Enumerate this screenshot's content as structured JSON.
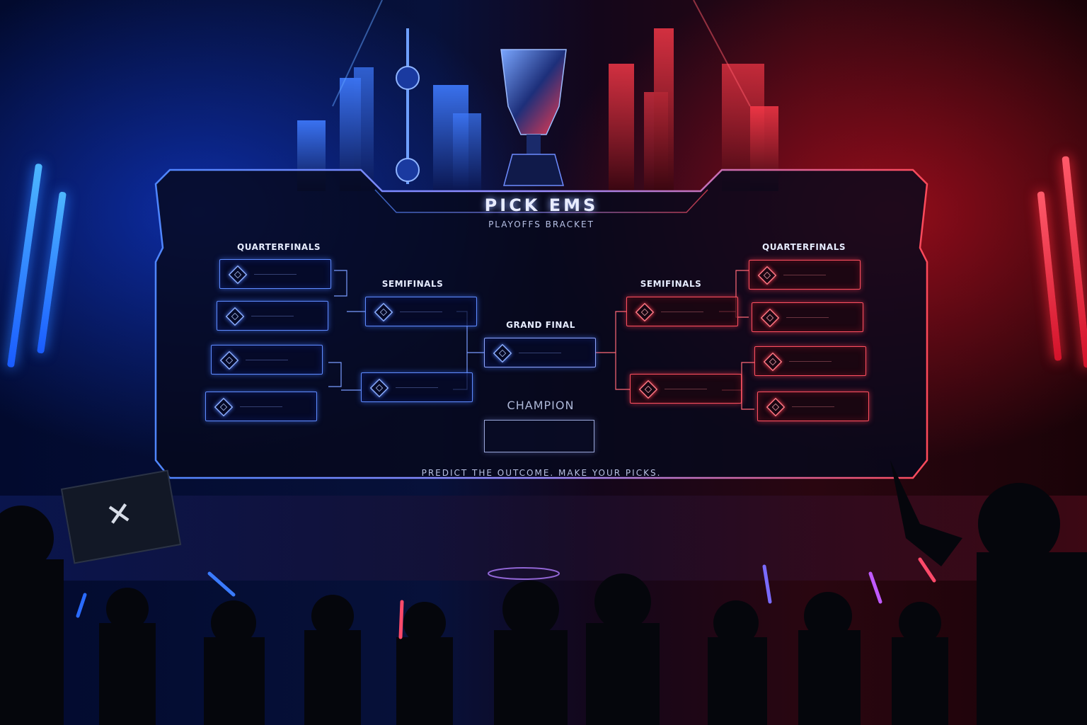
{
  "panel": {
    "title": "PICK EMS",
    "subtitle": "PLAYOFFS BRACKET",
    "footer": "PREDICT THE OUTCOME. MAKE YOUR PICKS."
  },
  "bracket": {
    "left": {
      "quarterfinals_label": "QUARTERFINALS",
      "semifinals_label": "SEMIFINALS",
      "quarterfinal_slots": 4,
      "semifinal_slots": 2
    },
    "right": {
      "quarterfinals_label": "QUARTERFINALS",
      "semifinals_label": "SEMIFINALS",
      "quarterfinal_slots": 4,
      "semifinal_slots": 2
    },
    "grand_final_label": "GRAND FINAL",
    "champion_label": "CHAMPION"
  },
  "colors": {
    "blue_team": "#5f8cff",
    "red_team": "#ff5060",
    "panel_text": "#e8ecff"
  },
  "icons": {
    "team_slot": "team-emblem-icon",
    "fan_sign": "crossed-arrows-logo-icon",
    "trophy": "trophy-icon"
  }
}
